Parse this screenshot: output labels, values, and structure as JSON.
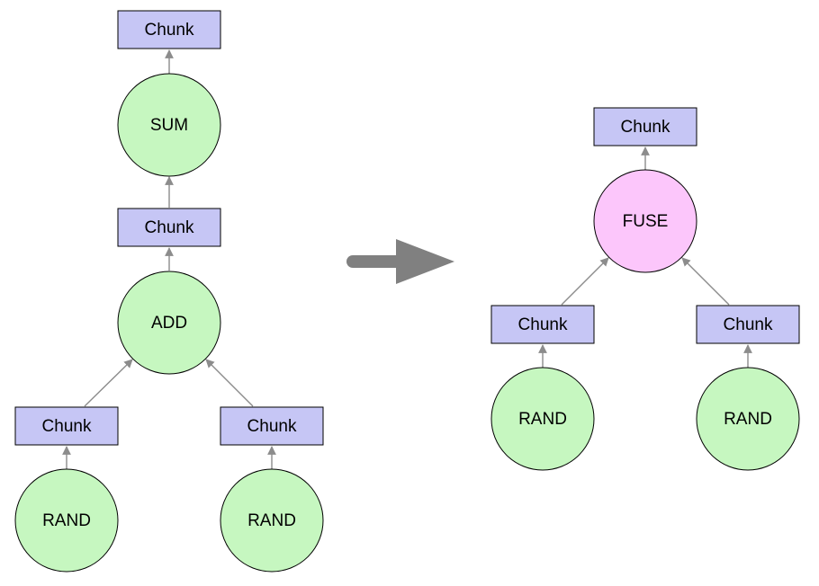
{
  "colors": {
    "op_node_fill": "#c6f7c0",
    "fused_node_fill": "#fcc6fb",
    "chunk_fill": "#c6c6f5",
    "edge": "#8c8c8c",
    "transform_arrow": "#808080"
  },
  "left_graph": {
    "nodes": {
      "chunk_top": "Chunk",
      "sum": "SUM",
      "chunk_mid": "Chunk",
      "add": "ADD",
      "chunk_left": "Chunk",
      "chunk_right": "Chunk",
      "rand_left": "RAND",
      "rand_right": "RAND"
    }
  },
  "right_graph": {
    "nodes": {
      "chunk_top": "Chunk",
      "fuse": "FUSE",
      "chunk_left": "Chunk",
      "chunk_right": "Chunk",
      "rand_left": "RAND",
      "rand_right": "RAND"
    }
  },
  "transform_arrow_icon": "right-arrow-icon"
}
